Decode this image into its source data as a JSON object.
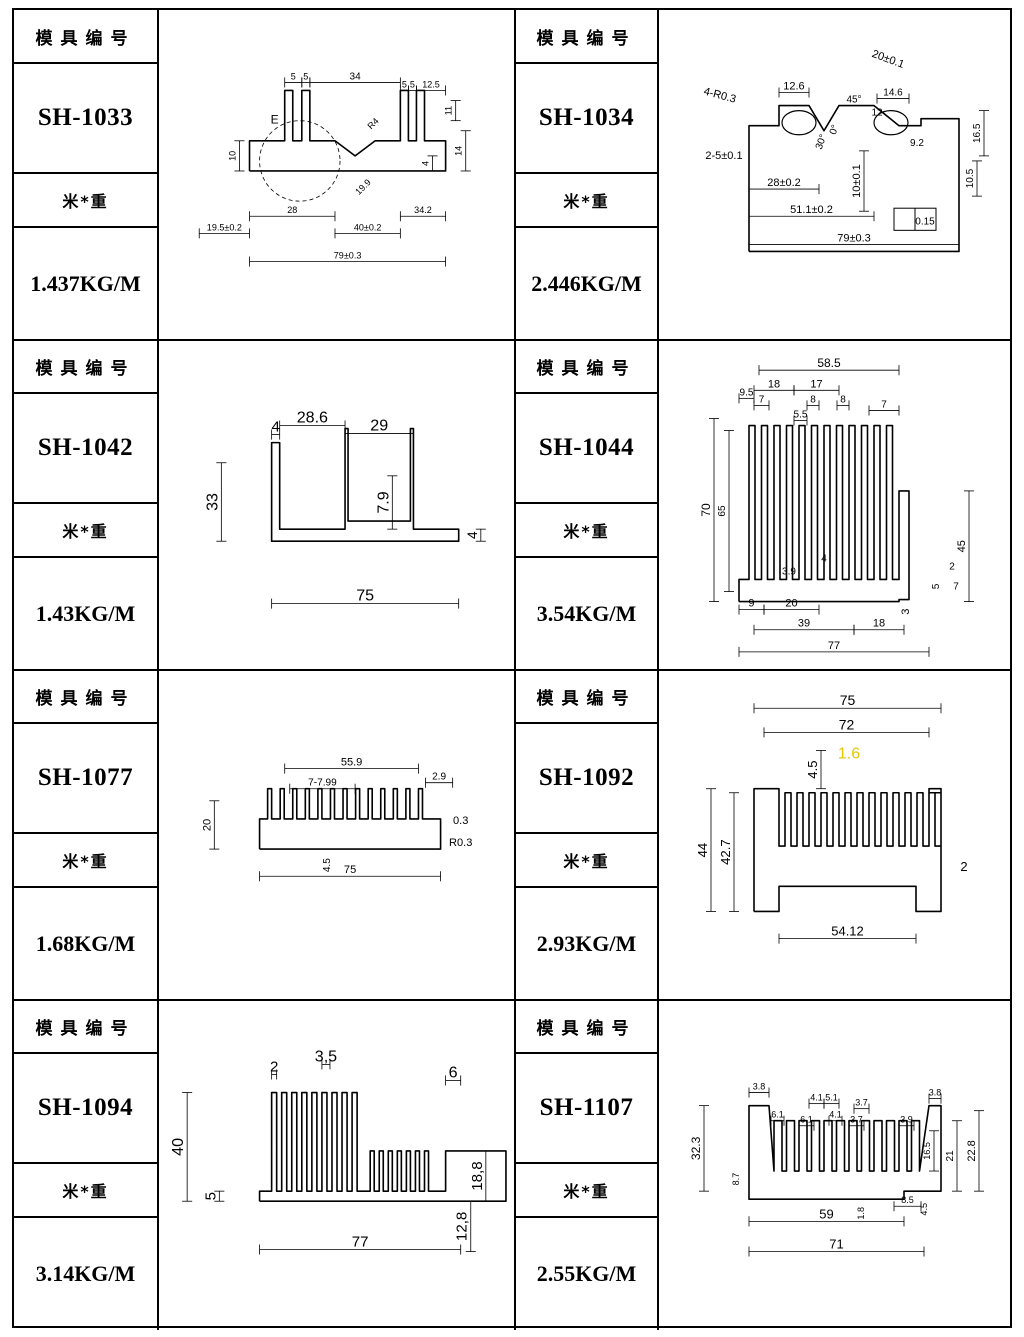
{
  "sheet": {
    "mold_label": "模具编号",
    "weight_label": "米*重"
  },
  "cards": [
    {
      "code": "SH-1033",
      "weight": "1.437KG/M",
      "dims": [
        "5",
        "5",
        "34",
        "5",
        "5",
        "12.5",
        "11",
        "14",
        "10",
        "4",
        "19.5±0.2",
        "28",
        "40±0.2",
        "34.2",
        "79±0.3",
        "E",
        "R4",
        "19.9"
      ]
    },
    {
      "code": "SH-1034",
      "weight": "2.446KG/M",
      "dims": [
        "4-R0.3",
        "12.6",
        "20±0.1",
        "45°",
        "14.6",
        "12",
        "2-5±0.1",
        "28±0.2",
        "10±0.1",
        "51.1±0.2",
        "79±0.3",
        "9.2",
        "16.5",
        "10.5",
        "0.15",
        "30°",
        "0°"
      ]
    },
    {
      "code": "SH-1042",
      "weight": "1.43KG/M",
      "dims": [
        "4",
        "28.6",
        "29",
        "33",
        "7.9",
        "4",
        "75"
      ]
    },
    {
      "code": "SH-1044",
      "weight": "3.54KG/M",
      "dims": [
        "58.5",
        "9.5",
        "18",
        "17",
        "7",
        "8",
        "5.5",
        "8",
        "7",
        "70",
        "65",
        "45",
        "3.9",
        "4",
        "2",
        "5",
        "7",
        "9",
        "20",
        "39",
        "18",
        "3",
        "77"
      ]
    },
    {
      "code": "SH-1077",
      "weight": "1.68KG/M",
      "dims": [
        "55.9",
        "7-7.99",
        "2.9",
        "20",
        "0.3",
        "R0.3",
        "4.5",
        "75"
      ]
    },
    {
      "code": "SH-1092",
      "weight": "2.93KG/M",
      "dims": [
        "75",
        "72",
        "4.5",
        "1.6",
        "44",
        "42.7",
        "2",
        "54.12"
      ]
    },
    {
      "code": "SH-1094",
      "weight": "3.14KG/M",
      "dims": [
        "2",
        "3,5",
        "6",
        "40",
        "5",
        "18,8",
        "12,8",
        "77"
      ]
    },
    {
      "code": "SH-1107",
      "weight": "2.55KG/M",
      "dims": [
        "3.8",
        "4.1",
        "5.1",
        "3.7",
        "3.8",
        "6.1",
        "6.1",
        "4.1",
        "3.7",
        "3.9",
        "32.3",
        "16.5",
        "21",
        "22.8",
        "8.7",
        "1.8",
        "8.5",
        "4.5",
        "59",
        "71"
      ]
    }
  ]
}
